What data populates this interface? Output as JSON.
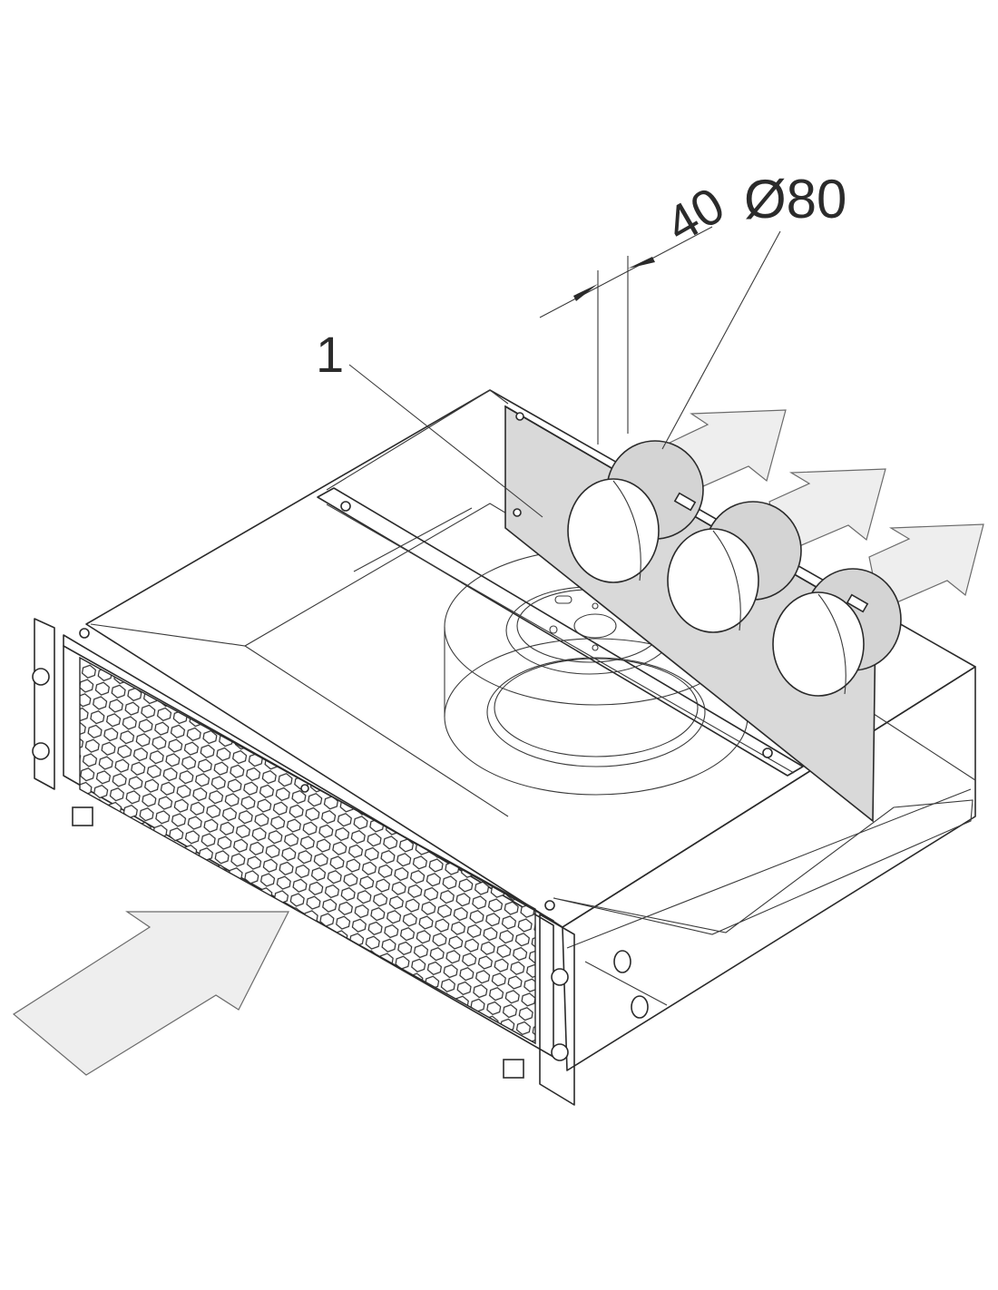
{
  "labels": {
    "part_number": "1",
    "depth_dimension": "40",
    "diameter_dimension": "Ø80"
  },
  "colors": {
    "line": "#2a2a2a",
    "arrow_fill": "#eeeeee",
    "plate_fill": "#d9d9d9"
  }
}
